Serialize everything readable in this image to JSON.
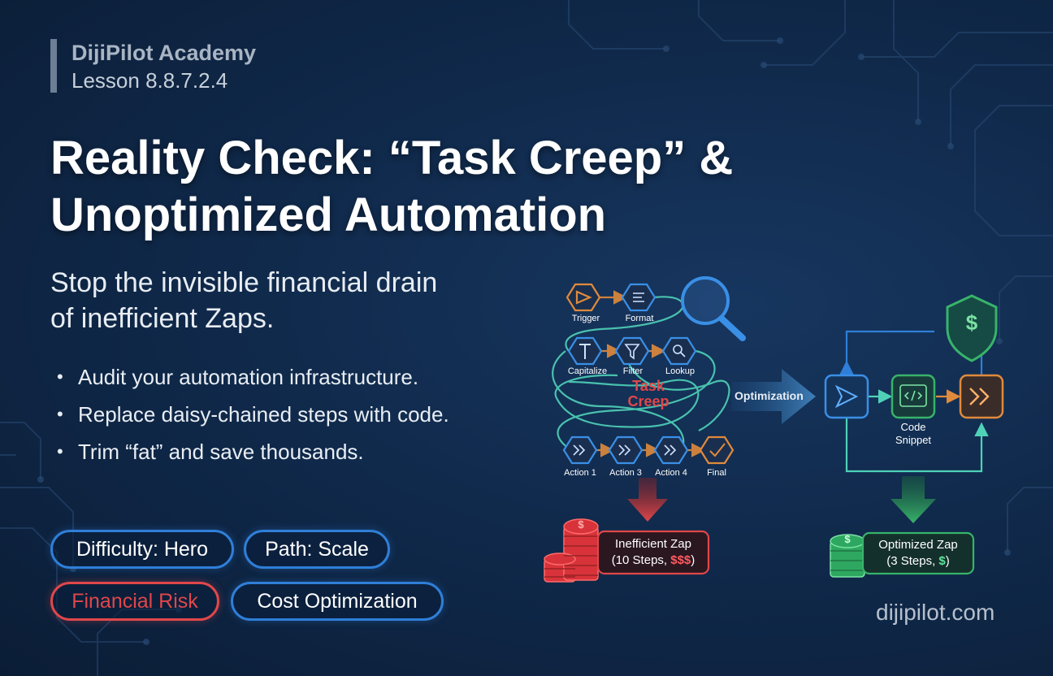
{
  "brand": "DijiPilot Academy",
  "lesson": "Lesson 8.8.7.2.4",
  "title_line1": "Reality Check: “Task Creep” &",
  "title_line2": "Unoptimized Automation",
  "subtitle_line1": "Stop the invisible financial drain",
  "subtitle_line2": "of inefficient Zaps.",
  "bullets": [
    "Audit your automation infrastructure.",
    "Replace daisy-chained steps with code.",
    "Trim “fat” and save thousands."
  ],
  "tags": {
    "difficulty": "Difficulty: Hero",
    "path": "Path: Scale",
    "risk": "Financial Risk",
    "cost": "Cost Optimization"
  },
  "diagram": {
    "nodes": {
      "trigger": "Trigger",
      "format": "Format",
      "capitalize": "Capitalize",
      "filter": "Filter",
      "lookup": "Lookup",
      "action1": "Action 1",
      "action3": "Action 3",
      "action4": "Action 4",
      "final": "Final"
    },
    "task_creep_1": "Task",
    "task_creep_2": "Creep",
    "optimization": "Optimization",
    "code_snippet_1": "Code",
    "code_snippet_2": "Snippet",
    "inefficient_title": "Inefficient Zap",
    "inefficient_detail_prefix": "(10 Steps, ",
    "inefficient_cost": "$$$",
    "inefficient_detail_suffix": ")",
    "optimized_title": "Optimized Zap",
    "optimized_detail_prefix": "(3 Steps, ",
    "optimized_cost": "$",
    "optimized_detail_suffix": ")",
    "coin_symbol": "$",
    "shield_symbol": "$"
  },
  "domain": "dijipilot.com",
  "colors": {
    "accent_blue": "#2f7fd8",
    "risk_red": "#e0474a",
    "success_green": "#38b36a",
    "warn_orange": "#e08a3c"
  }
}
